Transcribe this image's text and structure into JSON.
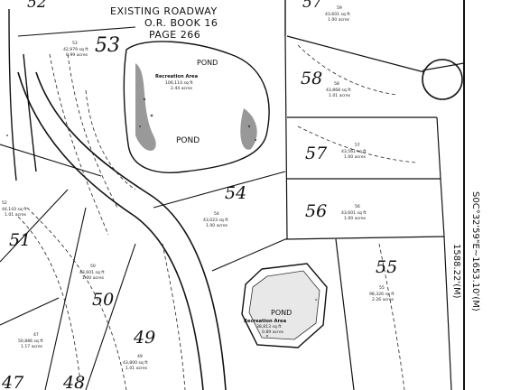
{
  "header": {
    "line1": "EXISTING ROADWAY",
    "line2": "O.R. BOOK 16",
    "line3": "PAGE 266"
  },
  "ponds": {
    "north_label": "POND",
    "north_area_title": "Recreation Area",
    "north_area_sqft": "106,114 sq ft",
    "north_area_acres": "2.44 acres",
    "north_label_2": "POND",
    "south_label": "POND",
    "south_area_title": "Recreation Area",
    "south_area_sqft": "38,813 sq ft",
    "south_area_acres": "0.89 acres"
  },
  "boundary": {
    "bearing": "S0C°32'59\"E~1653.10'(M)",
    "distance": "1588.22'(M)"
  },
  "lots": [
    {
      "num": "53",
      "sqft": "42,979 sq ft",
      "acres": "0.99 acres"
    },
    {
      "num": "58",
      "sqft": "43,868 sq ft",
      "acres": "1.01 acres"
    },
    {
      "num": "57",
      "sqft": "43,561 sq ft",
      "acres": "1.00 acres"
    },
    {
      "num": "56",
      "sqft": "43,601 sq ft",
      "acres": "1.00 acres"
    },
    {
      "num": "54",
      "sqft": "43,023 sq ft",
      "acres": "1.00 acres"
    },
    {
      "num": "55",
      "sqft": "98,326 sq ft",
      "acres": "2.26 acres"
    },
    {
      "num": "52",
      "sqft": "44,143 sq ft",
      "acres": "1.01 acres"
    },
    {
      "num": "50",
      "sqft": "43,601 sq ft",
      "acres": "1.00 acres"
    },
    {
      "num": "49",
      "sqft": "43,800 sq ft",
      "acres": "1.01 acres"
    },
    {
      "num": "47",
      "sqft": "50,886 sq ft",
      "acres": "1.17 acres"
    },
    {
      "num": "59",
      "sqft": "43,601 sq ft",
      "acres": "1.00 acres"
    }
  ],
  "handwritten": {
    "lot53": "53",
    "lot58": "58",
    "lot57": "57",
    "lot56": "56",
    "lot54": "54",
    "lot55": "55",
    "lot51": "51",
    "lot50": "50",
    "lot49": "49",
    "lot48": "48",
    "lot47": "47",
    "lot52": "52",
    "lot59": "57"
  }
}
